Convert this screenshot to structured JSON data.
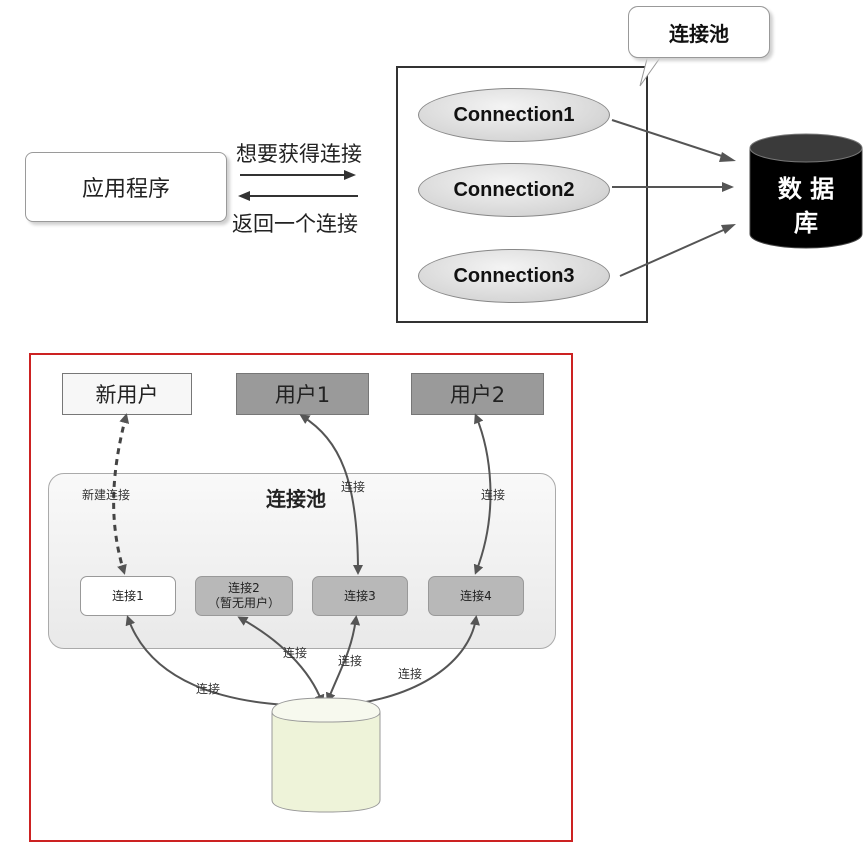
{
  "top": {
    "app_label": "应用程序",
    "request_label": "想要获得连接",
    "return_label": "返回一个连接",
    "pool_callout": "连接池",
    "connections": [
      "Connection1",
      "Connection2",
      "Connection3"
    ],
    "database_label_1": "数 据",
    "database_label_2": "库"
  },
  "bottom": {
    "users": {
      "new_user": "新用户",
      "user1": "用户1",
      "user2": "用户2"
    },
    "pool_title": "连接池",
    "slots": {
      "slot1": "连接1",
      "slot2_line1": "连接2",
      "slot2_line2": "（暂无用户）",
      "slot3": "连接3",
      "slot4": "连接4"
    },
    "edge_labels": {
      "new_connection": "新建连接",
      "user1_connection": "连接",
      "user2_connection": "连接",
      "db_slot1": "连接",
      "db_slot2": "连接",
      "db_slot3": "连接",
      "db_slot4": "连接"
    }
  },
  "colors": {
    "frame_red": "#cc2222",
    "db_fill": "#000000",
    "user_active_fill": "#9a9a9a",
    "slot_active_fill": "#b8b8b8",
    "db_bottom_fill": "#eef3d9"
  }
}
